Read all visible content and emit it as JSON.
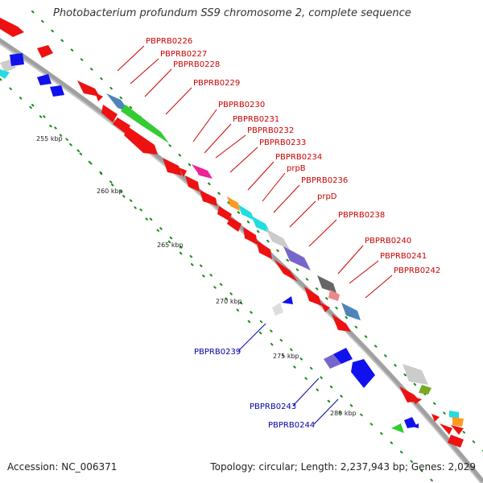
{
  "title": "Photobacterium profundum SS9 chromosome 2, complete sequence",
  "footer": {
    "accession": "Accession: NC_006371",
    "summary": "Topology: circular; Length: 2,237,943 bp; Genes: 2,029"
  },
  "colors": {
    "backbone": "#9a9a9a",
    "forward_gene": "#ee1111",
    "reverse_gene": "#1111ee",
    "forward_label": "#cc0000",
    "reverse_label": "#0000aa",
    "tick": "#1a8a1a",
    "steelblue": "#4f84b8",
    "green": "#33cc33",
    "magenta": "#ee2299",
    "orange": "#ff9922",
    "cyan": "#22dddd",
    "lightgray": "#cccccc",
    "slateblue": "#7766cc",
    "darkgray": "#666666",
    "olive": "#77aa22"
  },
  "scale_labels": [
    "255 kbp",
    "260 kbp",
    "265 kbp",
    "270 kbp",
    "275 kbp",
    "280 kbp"
  ],
  "forward_gene_labels": [
    "PBPRB0226",
    "PBPRB0227",
    "PBPRB0228",
    "PBPRB0229",
    "PBPRB0230",
    "PBPRB0231",
    "PBPRB0232",
    "PBPRB0233",
    "PBPRB0234",
    "prpB",
    "PBPRB0236",
    "prpD",
    "PBPRB0238",
    "PBPRB0240",
    "PBPRB0241",
    "PBPRB0242"
  ],
  "reverse_gene_labels": [
    "PBPRB0239",
    "PBPRB0243",
    "PBPRB0244"
  ]
}
